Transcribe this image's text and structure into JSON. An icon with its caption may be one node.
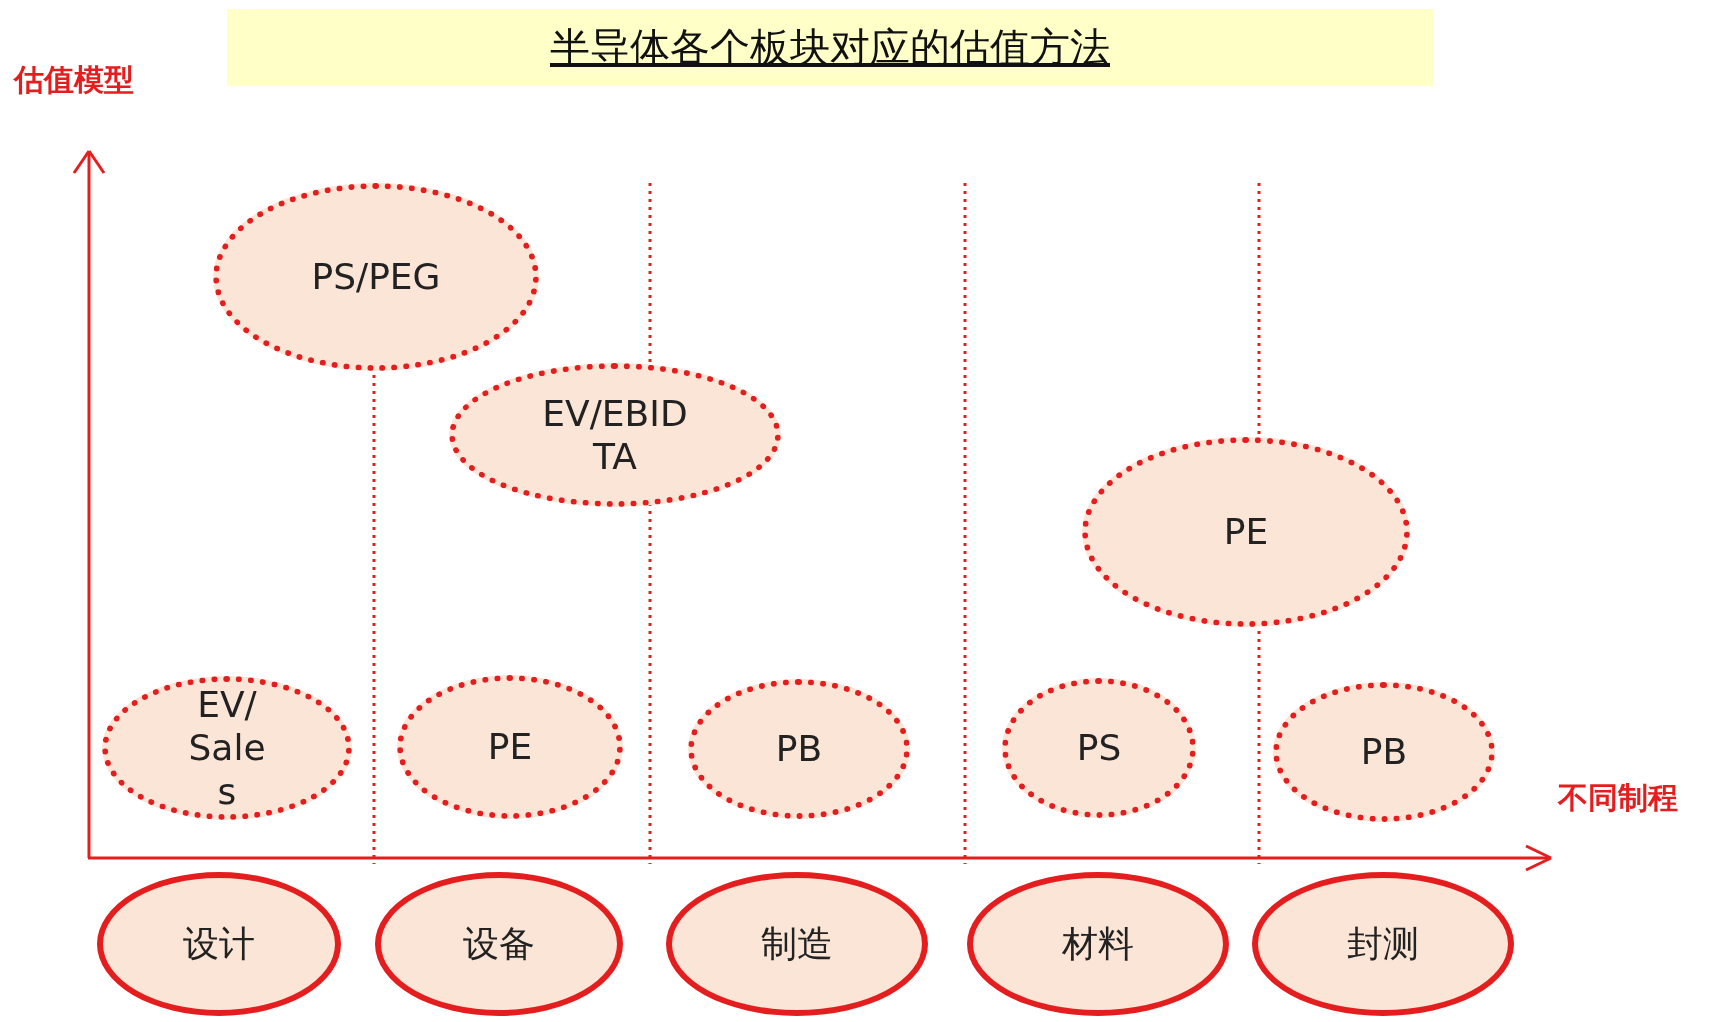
{
  "diagram": {
    "title": "半导体各个板块对应的估值方法",
    "nodes": [
      {
        "text": [
          "PS/PEG"
        ]
      },
      {
        "text": [
          "EV/EBIDTA"
        ]
      },
      {
        "text": [
          "PE"
        ]
      },
      {
        "text": [
          "EV/Sales"
        ]
      },
      {
        "text": [
          "PE"
        ]
      },
      {
        "text": [
          "PB"
        ]
      },
      {
        "text": [
          "PS"
        ]
      },
      {
        "text": [
          "PB"
        ]
      },
      {
        "text": [
          "设计"
        ]
      },
      {
        "text": [
          "设备"
        ]
      },
      {
        "text": [
          "制造"
        ]
      },
      {
        "text": [
          "材料"
        ]
      },
      {
        "text": [
          "封测"
        ]
      }
    ],
    "labels": [
      "估值模型",
      "不同制程"
    ]
  }
}
